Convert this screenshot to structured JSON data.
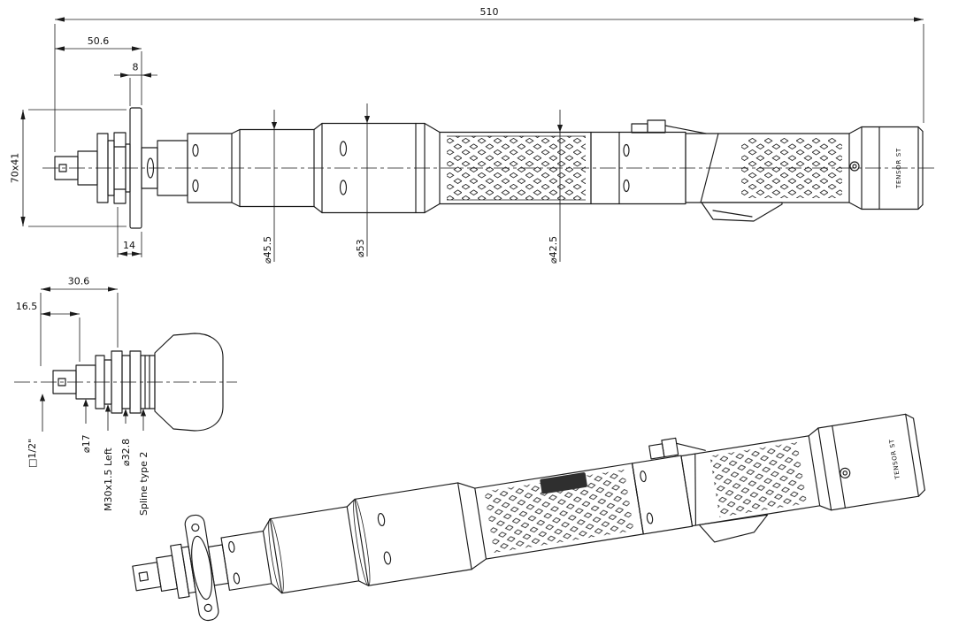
{
  "page": {
    "background": "#ffffff",
    "line_color": "#1a1a1a",
    "logo_color": "#2f2f2f"
  },
  "side_view": {
    "dims": {
      "overall_length": "510",
      "front_length": "50.6",
      "flange_thickness": "8",
      "flange_size": "70x41",
      "collar_depth": "14",
      "dia_front": "⌀45.5",
      "dia_mid": "⌀53",
      "dia_body": "⌀42.5"
    },
    "brand_label": "TENSOR ST"
  },
  "detail_view": {
    "dims": {
      "spindle_length": "30.6",
      "front_length": "16.5",
      "square_drive": "□1/2\"",
      "dia_shaft": "⌀17",
      "thread": "M30x1.5 Left",
      "dia_spline": "⌀32.8",
      "spline_type": "Spline type 2"
    }
  },
  "iso_view": {
    "brand_label": "TENSOR ST"
  }
}
